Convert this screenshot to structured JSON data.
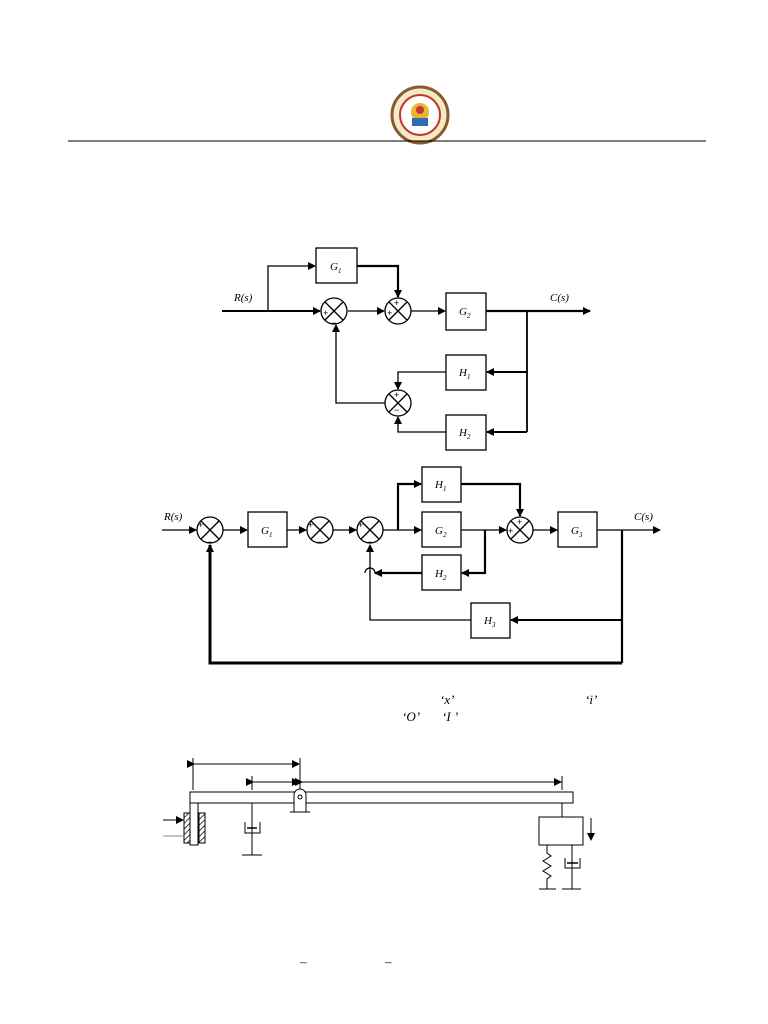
{
  "header": {
    "logo_text": "University seal"
  },
  "diagram1": {
    "input": "R(s)",
    "output": "C(s)",
    "blocks": {
      "g1": "G",
      "g1_sub": "1",
      "g2": "G",
      "g2_sub": "2",
      "h1": "H",
      "h1_sub": "1",
      "h2": "H",
      "h2_sub": "2"
    },
    "plus": "+",
    "minus": "−"
  },
  "diagram2": {
    "input": "R(s)",
    "output": "C(s)",
    "blocks": {
      "g1": "G",
      "g1_sub": "1",
      "g2": "G",
      "g2_sub": "2",
      "g3": "G",
      "g3_sub": "3",
      "h1": "H",
      "h1_sub": "1",
      "h2": "H",
      "h2_sub": "2",
      "h3": "H",
      "h3_sub": "3"
    }
  },
  "question": {
    "x_mark": "‘x’",
    "i_mark": "‘i’",
    "o_mark": "‘O’",
    "I_mark": "‘I ’"
  },
  "footer": {
    "dash1": "–",
    "dash2": "–"
  }
}
